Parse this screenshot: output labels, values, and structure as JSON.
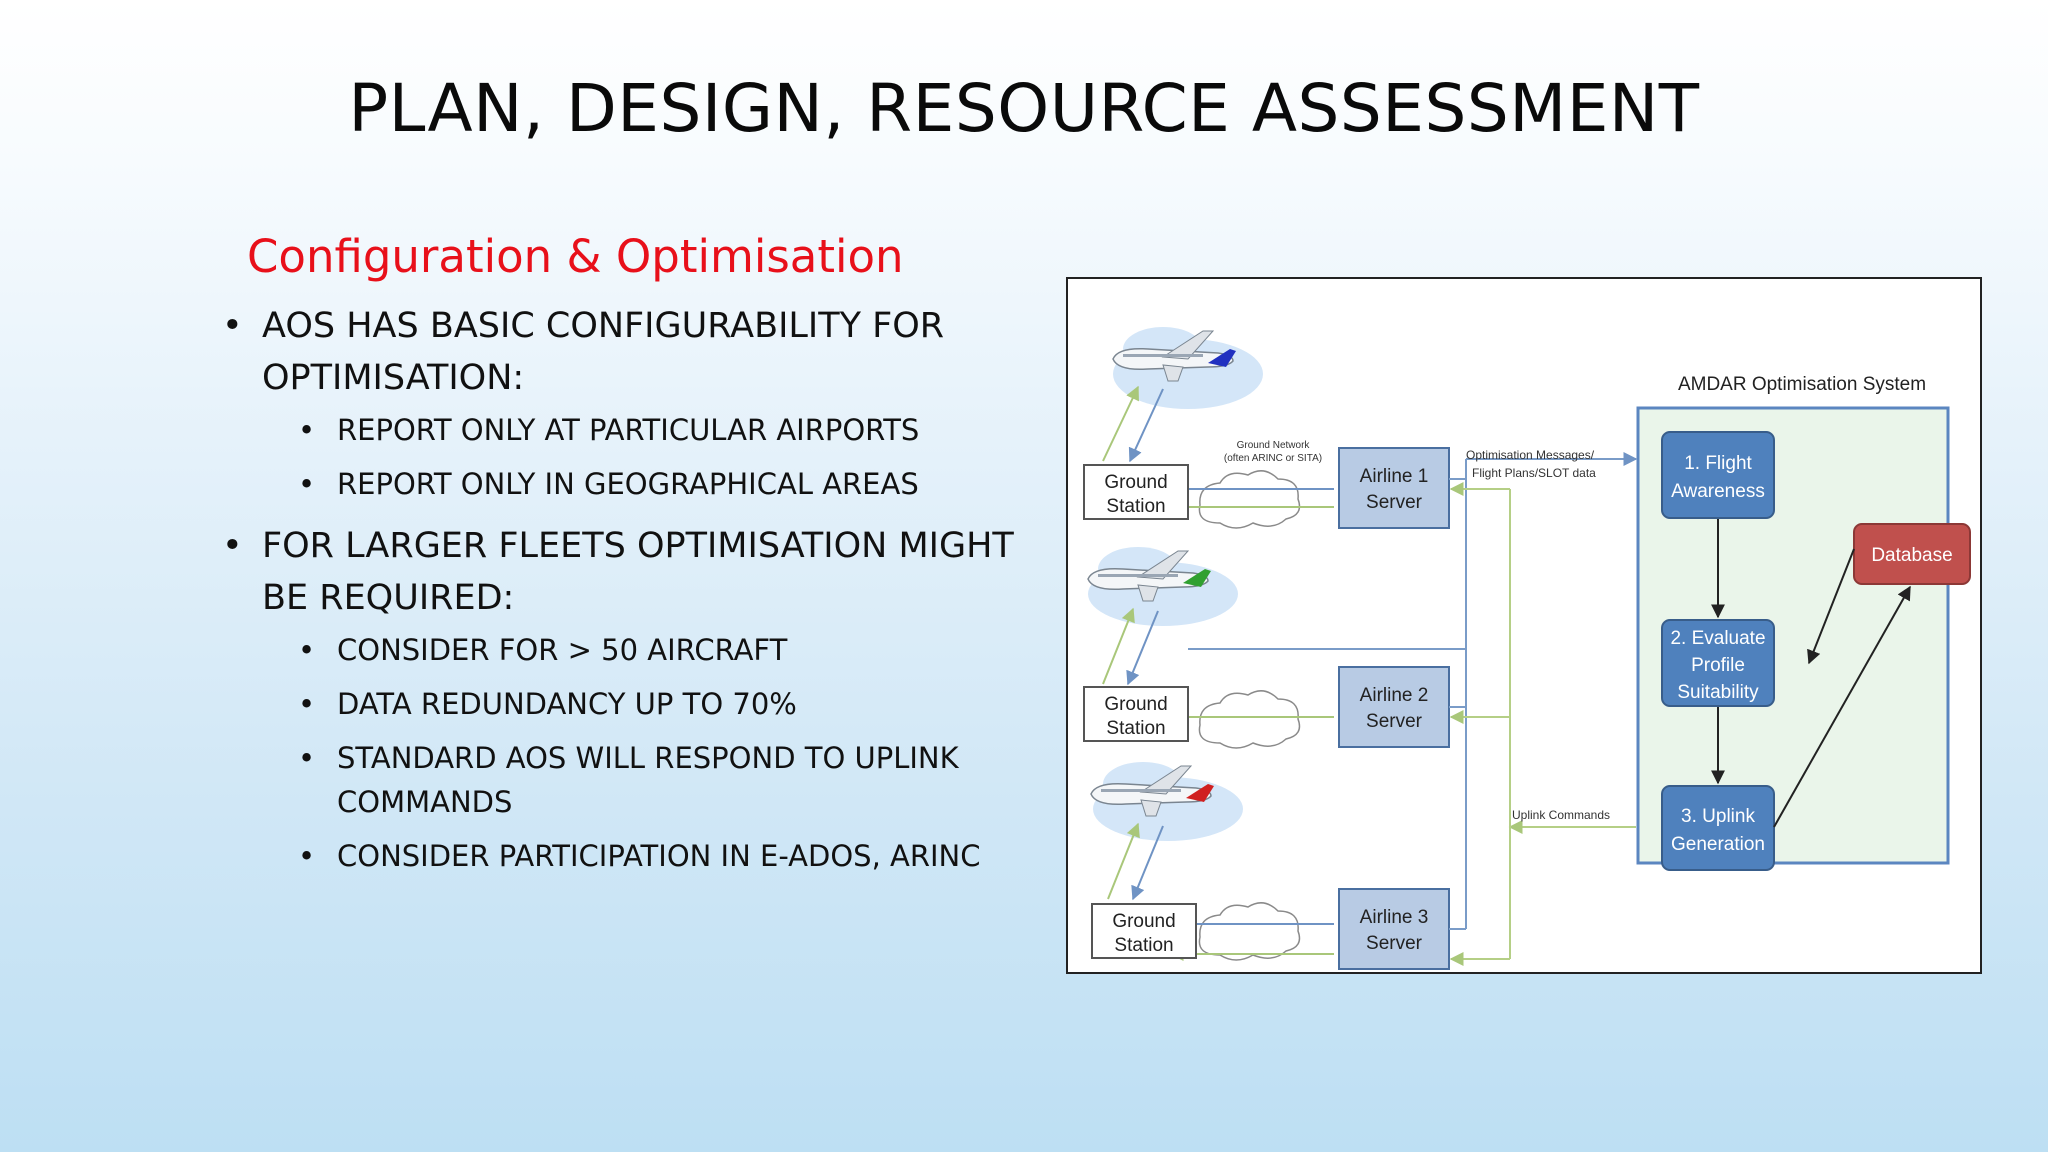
{
  "title": "PLAN, DESIGN, RESOURCE ASSESSMENT",
  "subtitle": "Configuration & Optimisation",
  "bullets": [
    {
      "text": "AOS HAS BASIC CONFIGURABILITY FOR OPTIMISATION:",
      "sub": [
        "REPORT ONLY AT PARTICULAR AIRPORTS",
        "REPORT ONLY IN GEOGRAPHICAL AREAS"
      ]
    },
    {
      "text": "FOR LARGER FLEETS OPTIMISATION MIGHT BE REQUIRED:",
      "sub": [
        "CONSIDER FOR > 50 AIRCRAFT",
        "DATA REDUNDANCY UP TO 70%",
        "STANDARD AOS WILL RESPOND TO UPLINK COMMANDS",
        "CONSIDER PARTICIPATION IN E-ADOS, ARINC"
      ]
    }
  ],
  "diagram": {
    "system_title": "AMDAR Optimisation System",
    "ground_station": [
      "Ground",
      "Station"
    ],
    "ground_network": [
      "Ground Network",
      "(often ARINC or SITA)"
    ],
    "airline_servers": [
      [
        "Airline 1",
        "Server"
      ],
      [
        "Airline 2",
        "Server"
      ],
      [
        "Airline 3",
        "Server"
      ]
    ],
    "optimisation_messages": [
      "Optimisation Messages/",
      "Flight Plans/SLOT data"
    ],
    "uplink_commands": "Uplink Commands",
    "steps": [
      [
        "1. Flight",
        "Awareness"
      ],
      [
        "2. Evaluate",
        "Profile",
        "Suitability"
      ],
      [
        "3. Uplink",
        "Generation"
      ]
    ],
    "database": "Database",
    "tail_colors": [
      "#2030c0",
      "#30a030",
      "#d02020"
    ],
    "colors": {
      "node_fill": "#b8cbe4",
      "step_fill": "#4f81bd",
      "database_fill": "#c0504d",
      "system_fill": "#eaf5ea",
      "uplink_line": "#b5cf86",
      "message_line": "#7a9cc8"
    }
  }
}
